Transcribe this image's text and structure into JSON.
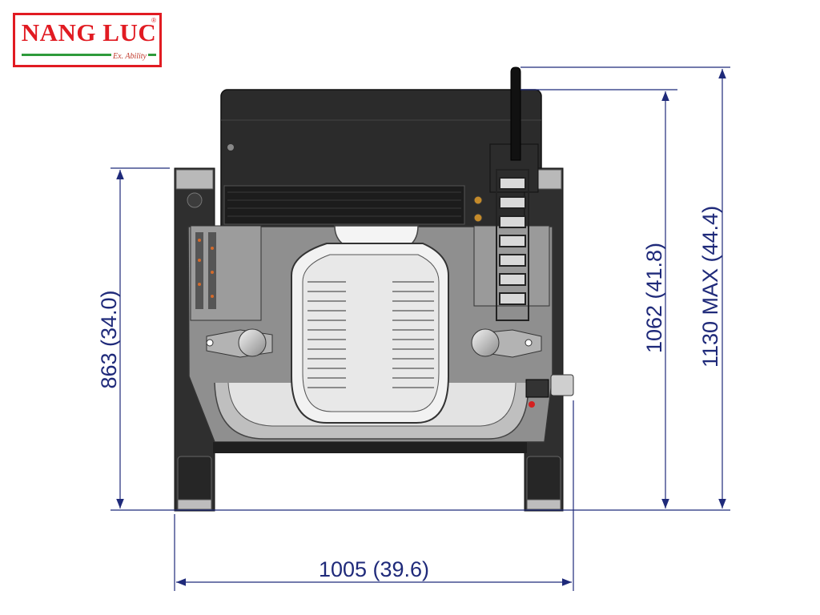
{
  "logo": {
    "brand": "NANG LUC",
    "tagline": "Ex. Ability",
    "registered": "®"
  },
  "dimensions": {
    "width": "1005 (39.6)",
    "height_frame": "863 (34.0)",
    "height_body": "1062 (41.8)",
    "height_max": "1130 MAX (44.4)"
  },
  "colors": {
    "dimension_line": "#1f2a7a",
    "logo_red": "#e11b22",
    "logo_green": "#2e9b3b"
  }
}
